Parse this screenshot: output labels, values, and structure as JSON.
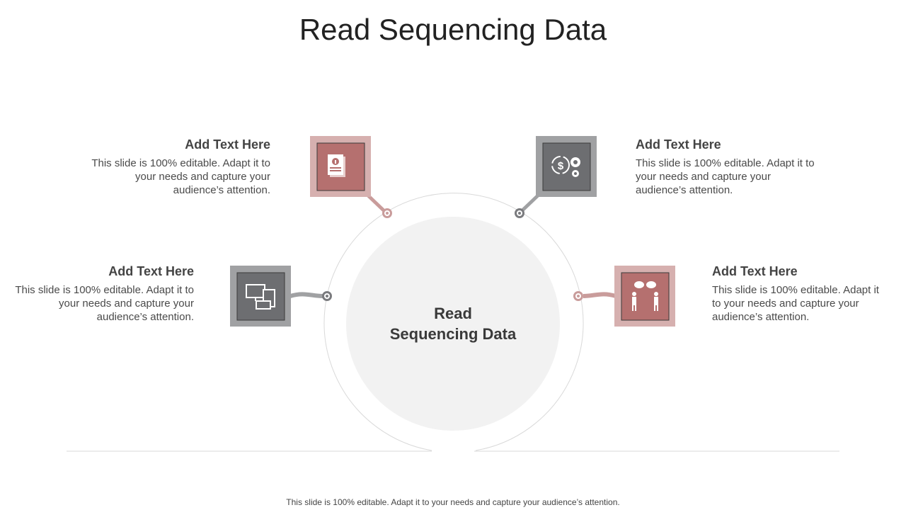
{
  "title": "Read Sequencing Data",
  "center": {
    "line1": "Read",
    "line2": "Sequencing Data"
  },
  "items": [
    {
      "heading": "Add Text Here",
      "body": "This slide is 100% editable. Adapt it to your needs and capture your audience’s attention.",
      "icon": "document-info-icon",
      "color": "#b5706f"
    },
    {
      "heading": "Add Text Here",
      "body": "This slide is 100% editable. Adapt it to your needs and capture your audience’s attention.",
      "icon": "dollar-gear-icon",
      "color": "#6d6e71"
    },
    {
      "heading": "Add Text Here",
      "body": "This slide is 100% editable. Adapt it to your needs and capture your audience’s attention.",
      "icon": "devices-icon",
      "color": "#6d6e71"
    },
    {
      "heading": "Add Text Here",
      "body": "This slide is 100% editable. Adapt it to your needs and capture your audience’s attention.",
      "icon": "people-talking-icon",
      "color": "#b5706f"
    }
  ],
  "footer": "This slide is 100% editable. Adapt it to your needs and capture your audience’s attention."
}
